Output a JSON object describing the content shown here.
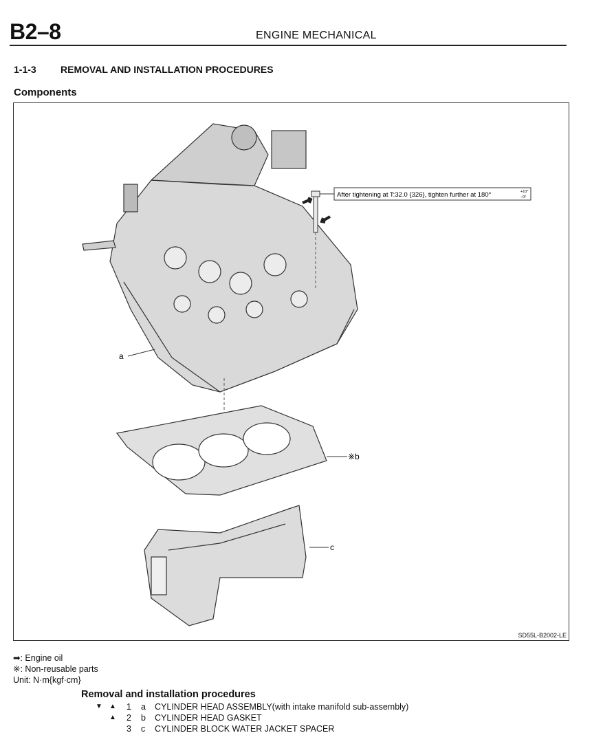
{
  "header": {
    "page_code": "B2–8",
    "title": "ENGINE MECHANICAL"
  },
  "section": {
    "number": "1-1-3",
    "title": "REMOVAL AND INSTALLATION PROCEDURES",
    "subheading": "Components"
  },
  "figure": {
    "torque_callout": "After tightening at T:32.0 {326}, tighten further at 180°",
    "torque_tolerance_upper": "+10°",
    "torque_tolerance_lower": "−0°",
    "label_a": "a",
    "label_b": "※b",
    "label_c": "c",
    "code": "SD55L-B2002-LE"
  },
  "legend": {
    "engine_oil_icon": "arrow-right-icon",
    "engine_oil": ": Engine oil",
    "non_reusable": "※: Non-reusable parts",
    "unit": "Unit: N·m{kgf·cm}"
  },
  "procedures": {
    "title": "Removal and installation procedures",
    "items": [
      {
        "removal_mark": "▼",
        "install_mark": "▲",
        "step": "1",
        "letter": "a",
        "text": "CYLINDER HEAD ASSEMBLY(with intake manifold sub-assembly)"
      },
      {
        "removal_mark": "",
        "install_mark": "▲",
        "step": "2",
        "letter": "b",
        "text": "CYLINDER HEAD GASKET"
      },
      {
        "removal_mark": "",
        "install_mark": "",
        "step": "3",
        "letter": "c",
        "text": "CYLINDER BLOCK WATER JACKET SPACER"
      }
    ]
  }
}
